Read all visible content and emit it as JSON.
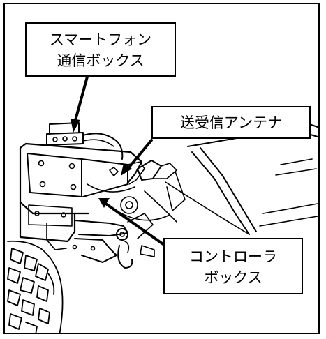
{
  "callouts": {
    "smartphone_box": {
      "line1": "スマートフォン",
      "line2": "通信ボックス"
    },
    "antenna": {
      "line1": "送受信アンテナ"
    },
    "controller_box": {
      "line1": "コントローラ",
      "line2": "ボックス"
    }
  },
  "colors": {
    "ink": "#000000",
    "paper": "#ffffff"
  }
}
